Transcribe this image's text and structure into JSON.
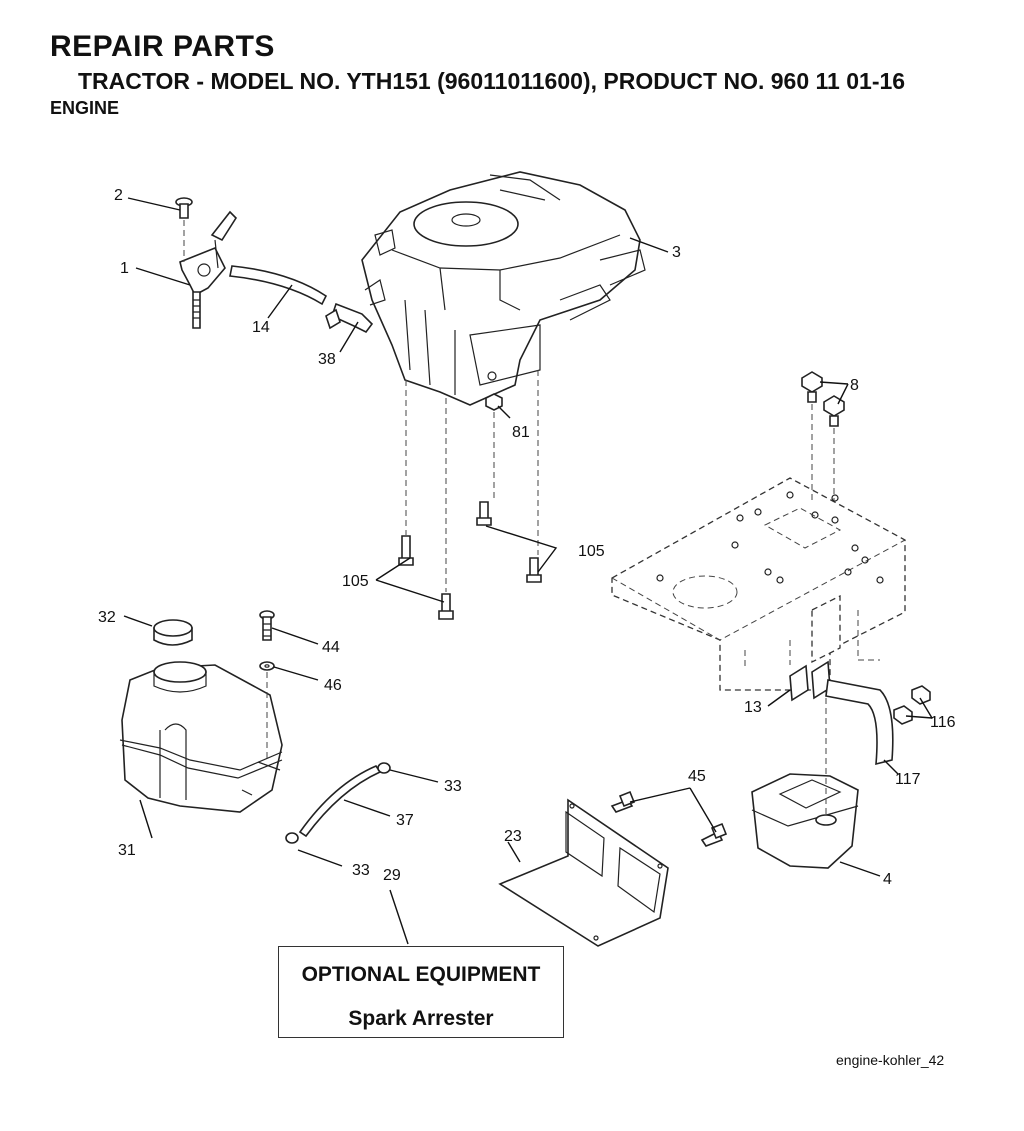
{
  "header": {
    "title": "REPAIR PARTS",
    "subtitle": "TRACTOR - MODEL NO. YTH151 (96011011600), PRODUCT NO. 960 11 01-16",
    "section": "ENGINE"
  },
  "callouts": [
    "1",
    "2",
    "3",
    "4",
    "8",
    "13",
    "14",
    "23",
    "29",
    "31",
    "32",
    "33",
    "33",
    "37",
    "38",
    "44",
    "45",
    "46",
    "81",
    "105",
    "105",
    "116",
    "117"
  ],
  "optional_box": {
    "title": "OPTIONAL EQUIPMENT",
    "item": "Spark Arrester"
  },
  "figure_id": "engine-kohler_42"
}
